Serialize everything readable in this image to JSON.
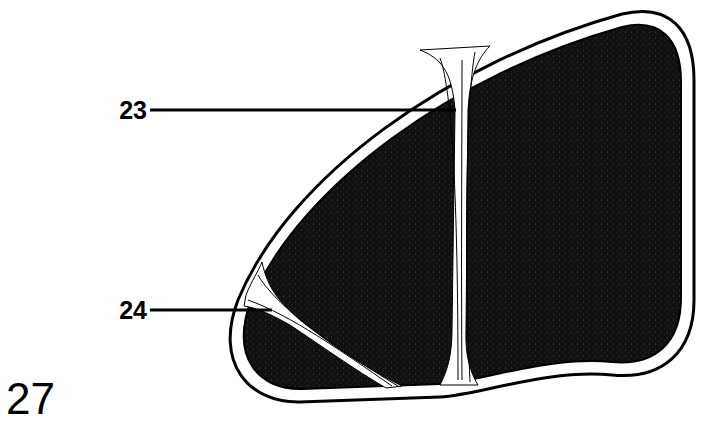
{
  "diagram": {
    "labels": [
      "23",
      "24",
      "27"
    ]
  }
}
